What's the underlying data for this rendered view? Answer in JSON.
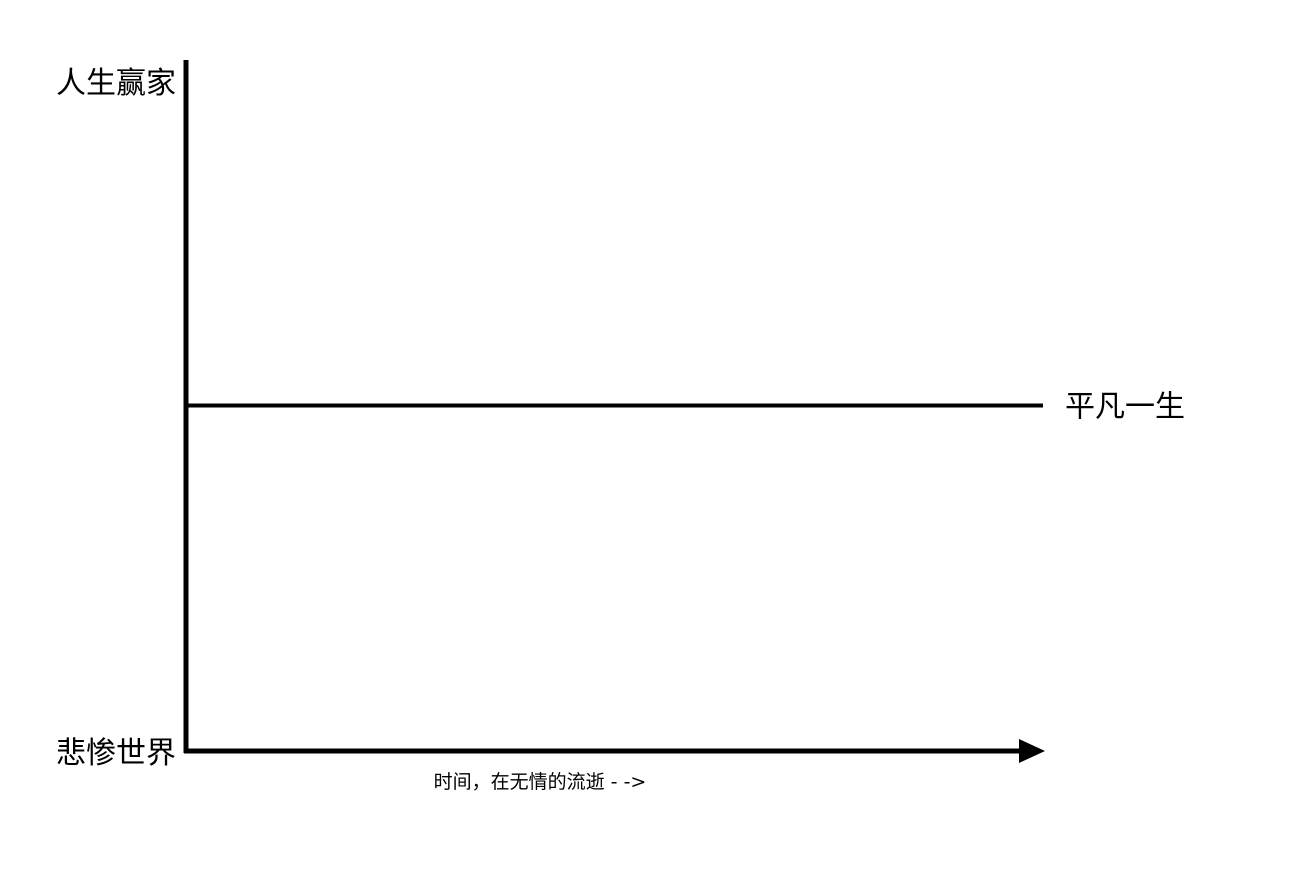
{
  "chart_data": {
    "type": "line",
    "title": "",
    "xlabel": "时间，在无情的流逝 - ->",
    "ylabel": "",
    "y_axis_labels": {
      "top": "人生赢家",
      "bottom": "悲惨世界"
    },
    "ylim": [
      0,
      1
    ],
    "xlim": [
      0,
      1
    ],
    "grid": false,
    "series": [
      {
        "name": "平凡一生",
        "x": [
          0,
          1
        ],
        "values": [
          0.5,
          0.5
        ]
      }
    ]
  }
}
